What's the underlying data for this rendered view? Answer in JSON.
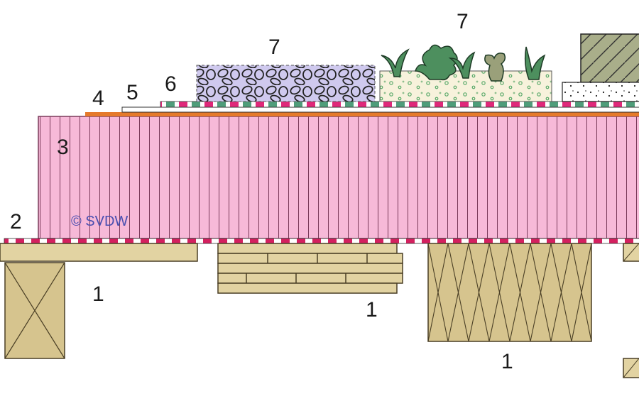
{
  "labels": {
    "support_left": "1",
    "support_middle": "1",
    "support_right": "1",
    "strip_edge": "2",
    "insulation_board": "3",
    "layer_four": "4",
    "layer_five": "5",
    "layer_six": "6",
    "ballast_gravel": "7",
    "green_roof": "7"
  },
  "watermark": "© SVDW",
  "colors": {
    "insulation": "#f7b9d8",
    "insulation_line": "#7a3a5a",
    "timber": "#e2d3a2",
    "timber_line": "#4a3f25",
    "gravel": "#cfc9ee",
    "substrate": "#f7f2dc",
    "plants": "#4d8f5e",
    "wall": "#a9ae8a",
    "membrane_pink": "#e0287a",
    "membrane_green": "#4f9d7a",
    "orange_layer": "#e57a2b"
  },
  "icons": {
    "plants": "plant-icon",
    "gravel": "pebble-pattern"
  }
}
